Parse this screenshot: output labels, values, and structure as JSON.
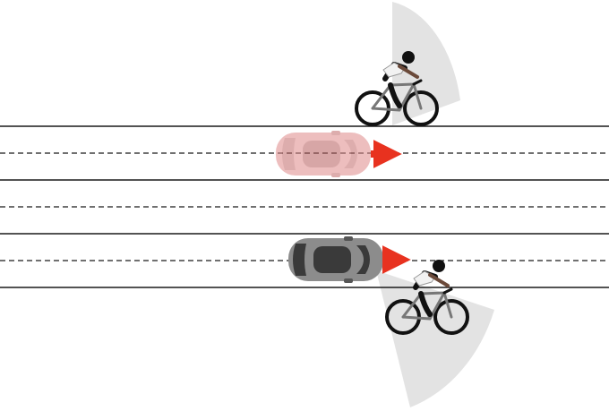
{
  "road": {
    "line_color": "#1a1a1a",
    "lane_lines": [
      "solid",
      "dashed",
      "solid",
      "dashed",
      "solid",
      "dashed",
      "solid"
    ]
  },
  "vehicles": [
    {
      "kind": "car",
      "icon": "car-icon",
      "body_color": "#e8a0a0",
      "shade_color": "#c97a7a",
      "state": "faded"
    },
    {
      "kind": "car",
      "icon": "car-icon",
      "body_color": "#8c8c8c",
      "shade_color": "#3a3a3a",
      "state": "solid"
    }
  ],
  "cyclists": [
    {
      "icon": "cyclist-icon",
      "jersey": "#f2f2f2",
      "shorts": "#111111",
      "helmet": "#111111"
    },
    {
      "icon": "cyclist-icon",
      "jersey": "#f2f2f2",
      "shorts": "#111111",
      "helmet": "#111111"
    }
  ],
  "field_of_view": {
    "icon": "sensor-cone-icon",
    "color": "#e3e3e3"
  },
  "direction_arrow": {
    "icon": "arrow-right-icon",
    "color": "#e8321f"
  }
}
